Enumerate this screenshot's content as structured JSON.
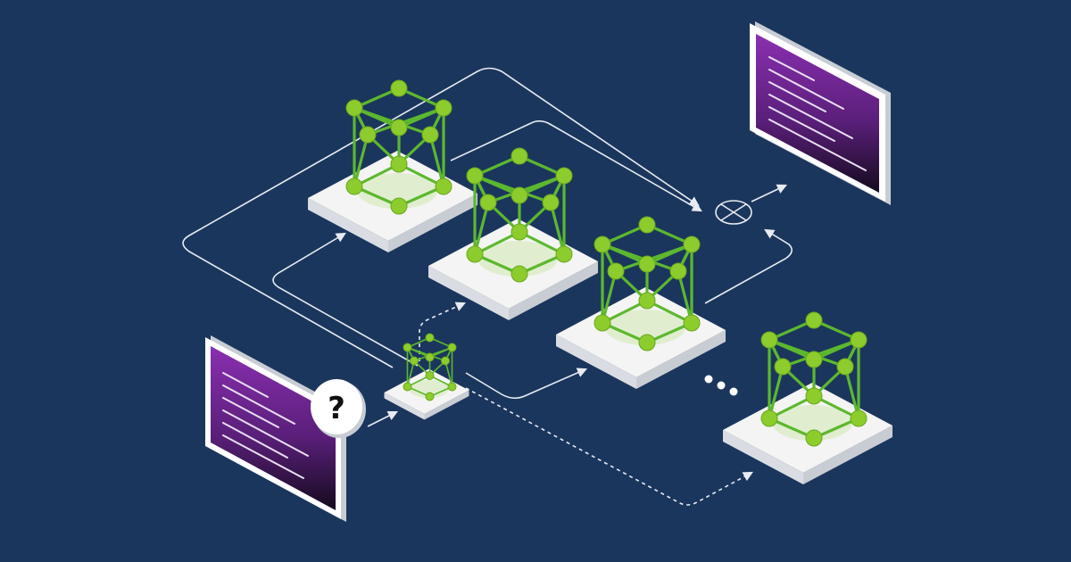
{
  "illustration": {
    "question_mark": "?",
    "colors": {
      "background": "#1b365d",
      "network_node": "#8ccc2c",
      "network_edge": "#5cb82e",
      "platform_top": "#f4f4f4",
      "platform_side": "#c8cdd4",
      "screen_purple": "#7a2a9e",
      "screen_dark": "#1a0b24",
      "line": "#e8ecf2"
    },
    "experts_count_shown": 4,
    "ellipsis": "...",
    "icons": [
      "input-screen",
      "question-bubble",
      "router-network",
      "expert-network",
      "combine-circle",
      "output-screen"
    ]
  }
}
